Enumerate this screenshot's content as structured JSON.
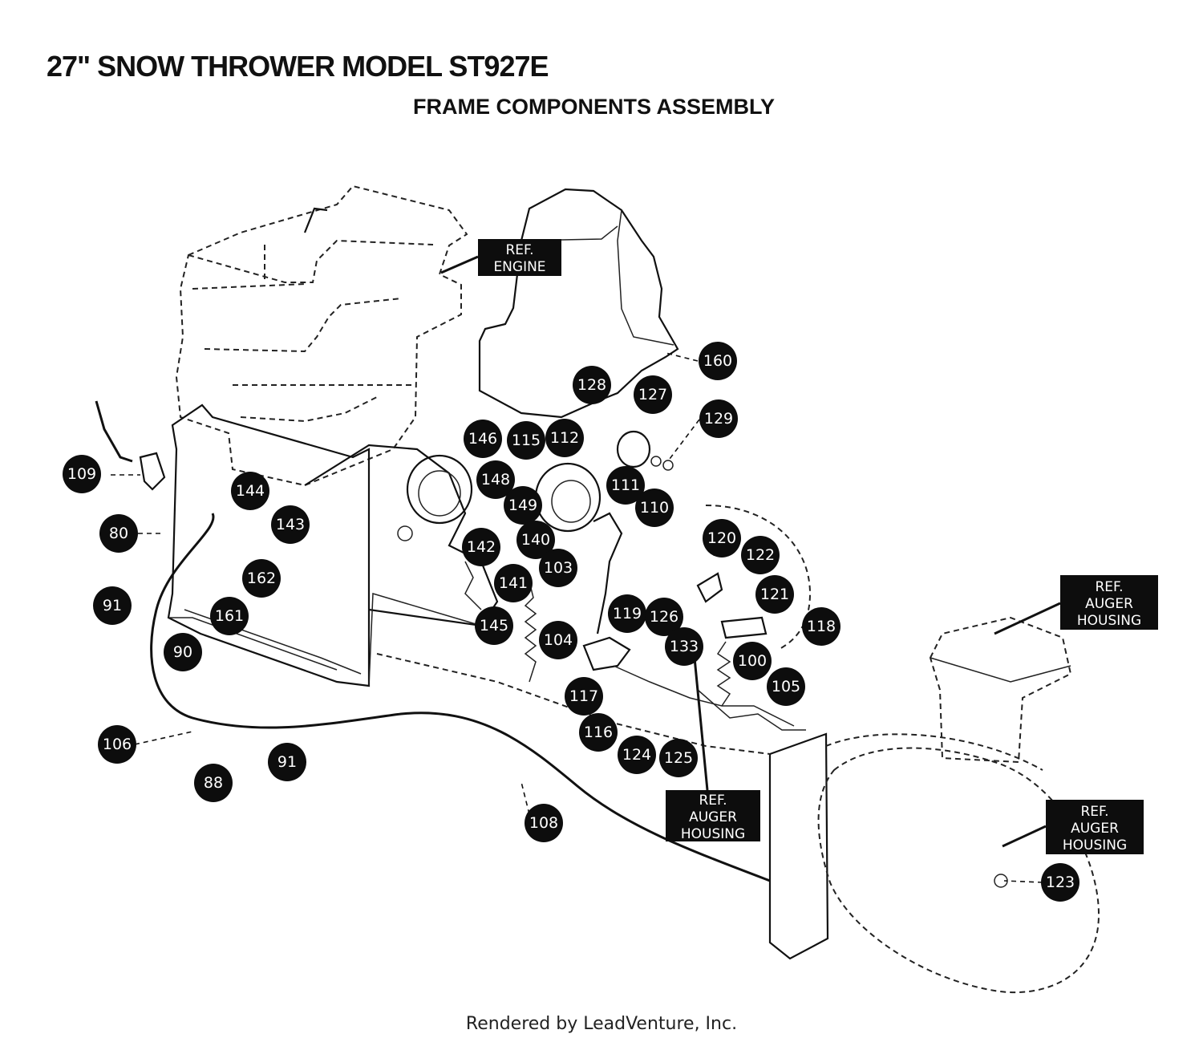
{
  "header": {
    "title": "27\" SNOW THROWER MODEL ST927E",
    "subtitle": "FRAME COMPONENTS ASSEMBLY"
  },
  "footer": {
    "text": "Rendered by LeadVenture, Inc."
  },
  "ref_labels": [
    {
      "id": "ref-engine",
      "lines": [
        "REF.",
        "ENGINE"
      ]
    },
    {
      "id": "ref-auger-housing-top",
      "lines": [
        "REF.",
        "AUGER",
        "HOUSING"
      ]
    },
    {
      "id": "ref-auger-housing-middle",
      "lines": [
        "REF.",
        "AUGER",
        "HOUSING"
      ]
    },
    {
      "id": "ref-auger-housing-right",
      "lines": [
        "REF.",
        "AUGER",
        "HOUSING"
      ]
    }
  ],
  "callouts": [
    "160",
    "128",
    "127",
    "129",
    "146",
    "115",
    "112",
    "111",
    "110",
    "148",
    "149",
    "140",
    "142",
    "103",
    "141",
    "120",
    "122",
    "121",
    "118",
    "119",
    "126",
    "133",
    "100",
    "105",
    "104",
    "145",
    "117",
    "116",
    "124",
    "125",
    "109",
    "144",
    "143",
    "80",
    "91",
    "162",
    "161",
    "90",
    "106",
    "88",
    "91",
    "108",
    "123"
  ],
  "colors": {
    "ink": "#0d0d0d",
    "paper": "#ffffff"
  }
}
